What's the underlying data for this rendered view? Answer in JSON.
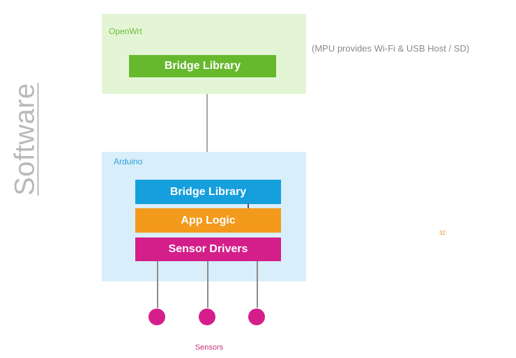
{
  "side_label": "Software",
  "openwrt": {
    "title": "OpenWrt",
    "layer": "Bridge Library",
    "note": "(MPU provides Wi-Fi & USB Host / SD)"
  },
  "arduino": {
    "title": "Arduino",
    "layers": [
      "Bridge Library",
      "App Logic",
      "Sensor Drivers"
    ]
  },
  "sensors": {
    "label": "Sensors",
    "count": 3
  },
  "page_number": "32",
  "colors": {
    "openwrt_bg": "#e4f5d6",
    "openwrt_layer": "#66b82d",
    "arduino_bg": "#d9eefb",
    "bridge_layer": "#159fdc",
    "app_layer": "#f39a1c",
    "sensor_layer": "#d41e8a",
    "sensor_dot": "#d41e8a"
  }
}
